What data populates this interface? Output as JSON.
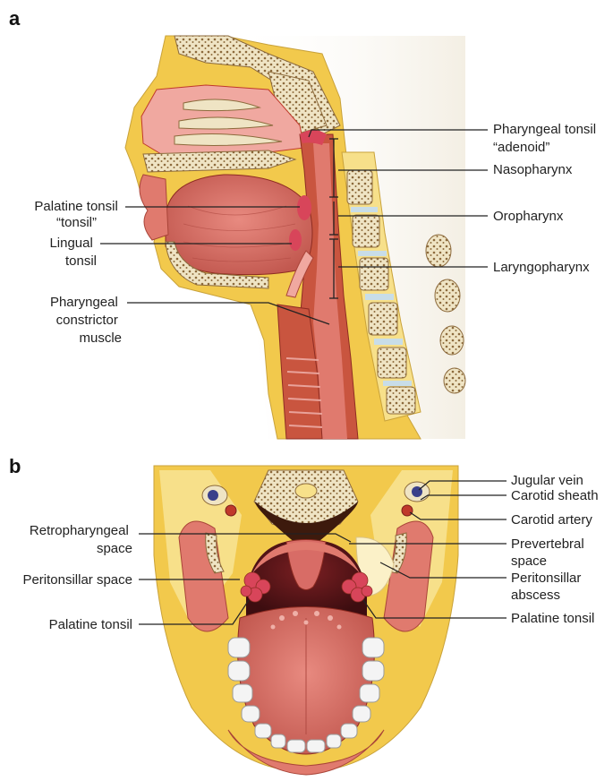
{
  "panels": {
    "a": {
      "letter": "a",
      "labels": {
        "pharyngeal_tonsil": [
          "Pharyngeal tonsil",
          "“adenoid”"
        ],
        "nasopharynx": [
          "Nasopharynx"
        ],
        "oropharynx": [
          "Oropharynx"
        ],
        "laryngopharynx": [
          "Laryngopharynx"
        ],
        "palatine_tonsil": [
          "Palatine tonsil",
          "“tonsil”"
        ],
        "lingual_tonsil": [
          "Lingual",
          "tonsil"
        ],
        "constrictor": [
          "Pharyngeal",
          "constrictor",
          "muscle"
        ]
      }
    },
    "b": {
      "letter": "b",
      "labels": {
        "jugular_vein": [
          "Jugular vein"
        ],
        "carotid_sheath": [
          "Carotid sheath"
        ],
        "carotid_artery": [
          "Carotid artery"
        ],
        "prevertebral_space": [
          "Prevertebral",
          "space"
        ],
        "peritonsillar_abscess": [
          "Peritonsillar",
          "abscess"
        ],
        "palatine_tonsil_right": [
          "Palatine tonsil"
        ],
        "retropharyngeal_space": [
          "Retropharyngeal",
          "space"
        ],
        "peritonsillar_space": [
          "Peritonsillar space"
        ],
        "palatine_tonsil_left": [
          "Palatine tonsil"
        ]
      }
    }
  },
  "colors": {
    "skin": "#f2c94c",
    "fat": "#f7e08a",
    "muscle": "#e07a6e",
    "mucosa": "#f0a8a0",
    "airway": "#c9553f",
    "bone": "#efe4c4",
    "bone_dots": "#8c6a3c",
    "tongue": "#d86c66",
    "tonsil": "#d8455a",
    "teeth": "#f4f4f4",
    "disc": "#c8dde8",
    "vein": "#3a3f8a",
    "artery": "#c0392b",
    "abscess": "#fbf1c8"
  }
}
